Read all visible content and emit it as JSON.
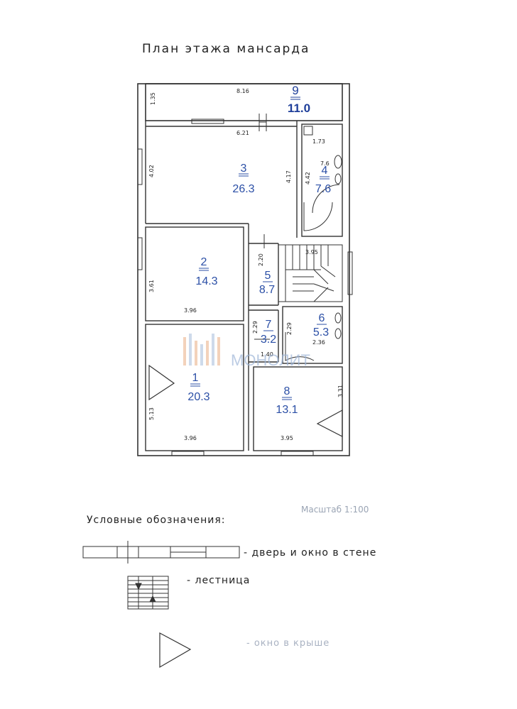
{
  "plan_title": "План этажа мансарда",
  "scale_label": "Масштаб 1:100",
  "watermark": "МОНОЛИТ",
  "rooms": [
    {
      "number": "1",
      "area": "20.3"
    },
    {
      "number": "2",
      "area": "14.3"
    },
    {
      "number": "3",
      "area": "26.3"
    },
    {
      "number": "4",
      "area": "7.6"
    },
    {
      "number": "5",
      "area": "8.7"
    },
    {
      "number": "6",
      "area": "5.3"
    },
    {
      "number": "7",
      "area": "3.2"
    },
    {
      "number": "8",
      "area": "13.1"
    },
    {
      "number": "9",
      "area": "11.0"
    }
  ],
  "dimensions": {
    "d_1_35": "1.35",
    "d_8_16": "8.16",
    "d_6_21": "6.21",
    "d_4_02": "4.02",
    "d_4_17": "4.17",
    "d_1_73": "1.73",
    "d_4_42": "4.42",
    "d_7_6": "7.6",
    "d_3_95_top": "3.95",
    "d_2_20": "2.20",
    "d_3_61": "3.61",
    "d_3_96_mid": "3.96",
    "d_2_29_a": "2.29",
    "d_2_29_b": "2.29",
    "d_2_36": "2.36",
    "d_1_40": "1.40",
    "d_3_31": "3.31",
    "d_5_13": "5.13",
    "d_3_96_bottom": "3.96",
    "d_3_95_bottom": "3.95"
  },
  "legend": {
    "heading": "Условные обозначения:",
    "door_window": "- дверь и окно в стене",
    "stairs": "- лестница",
    "roof_window": "- окно в крыше"
  }
}
